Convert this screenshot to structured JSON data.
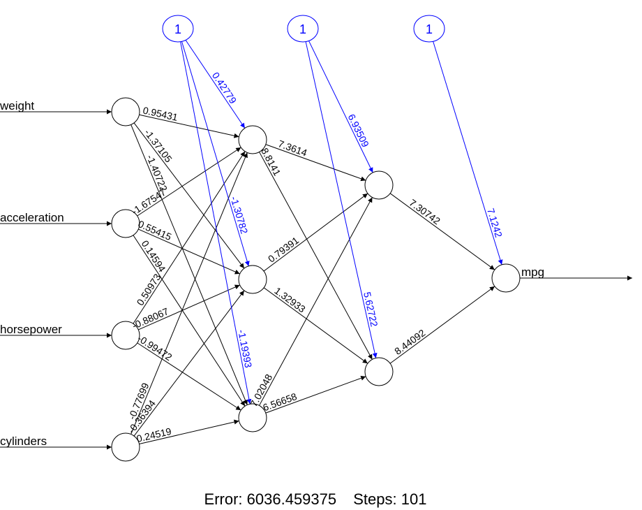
{
  "network": {
    "inputs": [
      "weight",
      "acceleration",
      "horsepower",
      "cylinders"
    ],
    "output": "mpg",
    "bias_label": "1",
    "colors": {
      "edge": "#000000",
      "bias": "#0000ff"
    },
    "weights": {
      "input_to_hidden1": [
        [
          "0.95431",
          "-1.67547",
          "0.50973",
          "-0.77699"
        ],
        [
          "-1.37105",
          "0.55415",
          "-0.88067",
          "-0.36394"
        ],
        [
          "-1.40722",
          "0.14594",
          "-0.99472",
          "0.24519"
        ]
      ],
      "bias_hidden1": [
        "0.42779",
        "-1.30782",
        "-1.19393"
      ],
      "hidden1_to_hidden2": [
        [
          "7.3614",
          "0.79391",
          "7.02048"
        ],
        [
          "8.8141",
          "1.32933",
          "6.56658"
        ]
      ],
      "bias_hidden2": [
        "6.93509",
        "5.62722"
      ],
      "hidden2_to_output": [
        "7.30742",
        "8.44092"
      ],
      "bias_output": "7.1242"
    }
  },
  "footer": {
    "error_label": "Error:",
    "error_value": "6036.459375",
    "steps_label": "Steps:",
    "steps_value": "101"
  }
}
